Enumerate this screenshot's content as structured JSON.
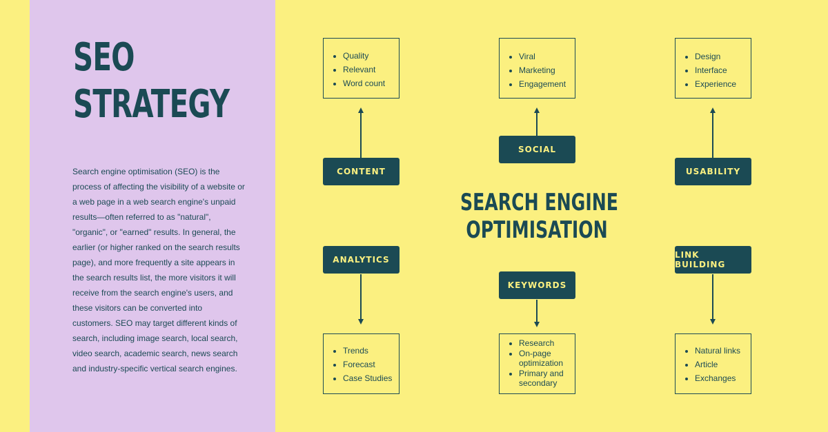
{
  "title": {
    "line1": "SEO",
    "line2": "STRATEGY"
  },
  "description": "Search engine optimisation (SEO) is the process of affecting the visibility of a website or a web page in a web search engine's unpaid results—often referred to as \"natural\", \"organic\", or \"earned\" results. In general, the earlier (or higher ranked on the search results page), and more frequently a site appears in the search results list, the more visitors it will receive from the search engine's users, and these visitors can be converted into customers. SEO may target different kinds of search, including image search, local search, video search, academic search, news search and industry-specific vertical search engines.",
  "center": {
    "line1": "SEARCH ENGINE",
    "line2": "OPTIMISATION"
  },
  "nodes": {
    "content": "CONTENT",
    "social": "SOCIAL",
    "usability": "USABILITY",
    "analytics": "ANALYTICS",
    "keywords": "KEYWORDS",
    "link_building": "LINK BUILDING"
  },
  "boxes": {
    "content": [
      "Quality",
      "Relevant",
      "Word count"
    ],
    "social": [
      "Viral",
      "Marketing",
      "Engagement"
    ],
    "usability": [
      "Design",
      "Interface",
      "Experience"
    ],
    "analytics": [
      "Trends",
      "Forecast",
      "Case Studies"
    ],
    "keywords": [
      "Research",
      "On-page optimization",
      "Primary and secondary"
    ],
    "link_building": [
      "Natural links",
      "Article",
      "Exchanges"
    ]
  },
  "colors": {
    "background": "#fbf080",
    "sidebar": "#dfc6ec",
    "accent": "#1b4a54"
  }
}
